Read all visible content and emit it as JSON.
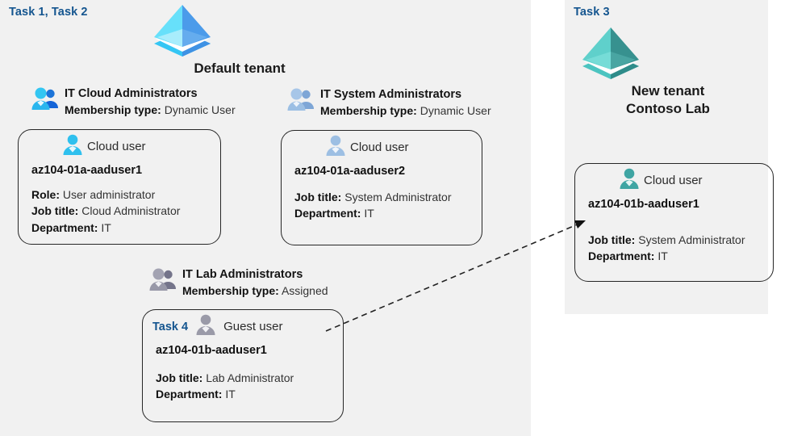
{
  "panels": {
    "left": {
      "task_label": "Task 1, Task 2"
    },
    "right": {
      "task_label": "Task 3"
    }
  },
  "tenants": [
    {
      "id": "default-tenant",
      "icon": "azure-tenant-pyramid-icon",
      "name_line1": "Default tenant",
      "name_line2": "",
      "color": "#3fc8f5",
      "color_dark": "#3d8ae0"
    },
    {
      "id": "new-tenant",
      "icon": "azure-tenant-pyramid-icon",
      "name_line1": "New  tenant",
      "name_line2": "Contoso Lab",
      "color": "#4ec5c1",
      "color_dark": "#2f8c8a"
    }
  ],
  "groups": [
    {
      "id": "it-cloud-administrators",
      "icon": "group-users-icon",
      "name": "IT Cloud Administrators",
      "membership_label": "Membership type:",
      "membership_value": "Dynamic User",
      "icon_color": "#29bdf0",
      "icon_color_dark": "#1565d8"
    },
    {
      "id": "it-system-administrators",
      "icon": "group-users-icon",
      "name": "IT System Administrators",
      "membership_label": "Membership type:",
      "membership_value": "Dynamic User",
      "icon_color": "#9fc0e6",
      "icon_color_dark": "#7ea6d6"
    },
    {
      "id": "it-lab-administrators",
      "icon": "group-users-icon",
      "name": "IT Lab Administrators",
      "membership_label": "Membership type:",
      "membership_value": "Assigned",
      "icon_color": "#9a9aa8",
      "icon_color_dark": "#7d7d90"
    }
  ],
  "cards": [
    {
      "id": "az104-01a-aaduser1",
      "task": "",
      "user_type": "Cloud user",
      "icon": "cloud-user-icon",
      "icon_color": "#2fc0ee",
      "username": "az104-01a-aaduser1",
      "props": [
        {
          "label": "Role:",
          "value": "User administrator"
        },
        {
          "label": "Job title:",
          "value": "Cloud Administrator"
        },
        {
          "label": "Department:",
          "value": "IT"
        }
      ]
    },
    {
      "id": "az104-01a-aaduser2",
      "task": "",
      "user_type": "Cloud user",
      "icon": "cloud-user-icon",
      "icon_color": "#9dbfe3",
      "username": "az104-01a-aaduser2",
      "props": [
        {
          "label": "Job title:",
          "value": "System Administrator"
        },
        {
          "label": "Department:",
          "value": "IT"
        }
      ]
    },
    {
      "id": "az104-01b-aaduser1-new-tenant",
      "task": "",
      "user_type": "Cloud user",
      "icon": "cloud-user-icon",
      "icon_color": "#3fa5a3",
      "username": "az104-01b-aaduser1",
      "props": [
        {
          "label": "Job title:",
          "value": "System Administrator"
        },
        {
          "label": "Department:",
          "value": "IT"
        }
      ]
    },
    {
      "id": "az104-01b-aaduser1-guest",
      "task": "Task 4",
      "user_type": "Guest user",
      "icon": "guest-user-icon",
      "icon_color": "#9a9aa8",
      "username": "az104-01b-aaduser1",
      "props": [
        {
          "label": "Job title:",
          "value": "Lab Administrator"
        },
        {
          "label": "Department:",
          "value": "IT"
        }
      ]
    }
  ],
  "connector": {
    "name": "guest-user-invite-arrow",
    "style": "dashed",
    "color": "#222222"
  }
}
